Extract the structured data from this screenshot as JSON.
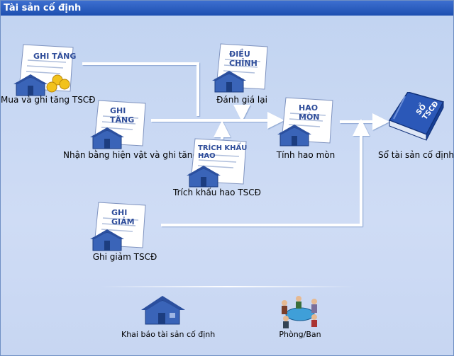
{
  "window": {
    "title": "Tài sản cố định"
  },
  "nodes": {
    "mua": {
      "doc_title": "GHI TĂNG",
      "label": "Mua và ghi tăng TSCĐ"
    },
    "nhan": {
      "doc_title": "GHI TĂNG",
      "label": "Nhận bằng hiện vật và ghi tăng"
    },
    "danhgia": {
      "doc_title": "ĐIỀU CHỈNH",
      "label": "Đánh giá lại"
    },
    "trich": {
      "doc_title": "TRÍCH KHẤU HAO",
      "label": "Trích khấu hao TSCĐ"
    },
    "tinh": {
      "doc_title": "HAO MÒN",
      "label": "Tính hao mòn"
    },
    "giam": {
      "doc_title": "GHI GIẢM",
      "label": "Ghi giảm TSCĐ"
    },
    "so": {
      "book_title": "SỔ TSCĐ",
      "label": "Sổ tài sản cố định"
    },
    "khaibao": {
      "label": "Khai báo tài sản cố định"
    },
    "phongban": {
      "label": "Phòng/Ban"
    }
  },
  "colors": {
    "titlebar": "#2b5cc0",
    "background": "#c9d9f3",
    "doc_title": "#2f4d9a",
    "book": "#1e4aa8",
    "arrow": "#ffffff"
  }
}
